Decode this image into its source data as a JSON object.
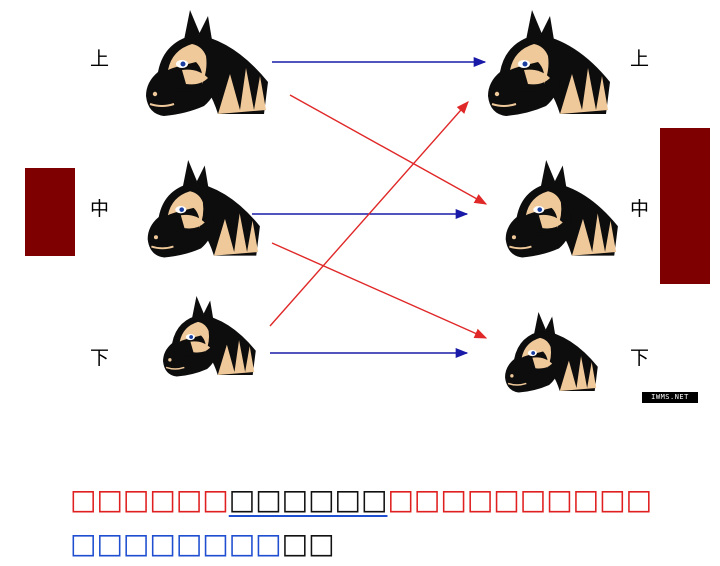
{
  "labels_left": [
    "上",
    "中",
    "下"
  ],
  "labels_right": [
    "上",
    "中",
    "下"
  ],
  "watermark": "IWMS.NET",
  "caption": {
    "part1": "□□□□□□",
    "part2": "□□□□□□",
    "part3": "□□□□□□□□□□",
    "part4": "□□□□□□□□",
    "part5": "□□"
  },
  "colors": {
    "accent_block": "#7f0000",
    "blue_arrow": "#1a1aa8",
    "red_arrow": "#e02828",
    "horse_dark": "#0d0d0d",
    "horse_tan": "#f0c99a"
  },
  "horses": {
    "left": [
      {
        "tier": "上",
        "size": "large"
      },
      {
        "tier": "中",
        "size": "medium"
      },
      {
        "tier": "下",
        "size": "small"
      }
    ],
    "right": [
      {
        "tier": "上",
        "size": "large"
      },
      {
        "tier": "中",
        "size": "medium"
      },
      {
        "tier": "下",
        "size": "small"
      }
    ]
  },
  "connections": [
    {
      "from": "上",
      "to": "上",
      "color": "blue"
    },
    {
      "from": "中",
      "to": "中",
      "color": "blue"
    },
    {
      "from": "下",
      "to": "下",
      "color": "blue"
    },
    {
      "from": "上",
      "to": "中",
      "color": "red"
    },
    {
      "from": "中",
      "to": "下",
      "color": "red"
    },
    {
      "from": "下",
      "to": "上",
      "color": "red"
    }
  ]
}
